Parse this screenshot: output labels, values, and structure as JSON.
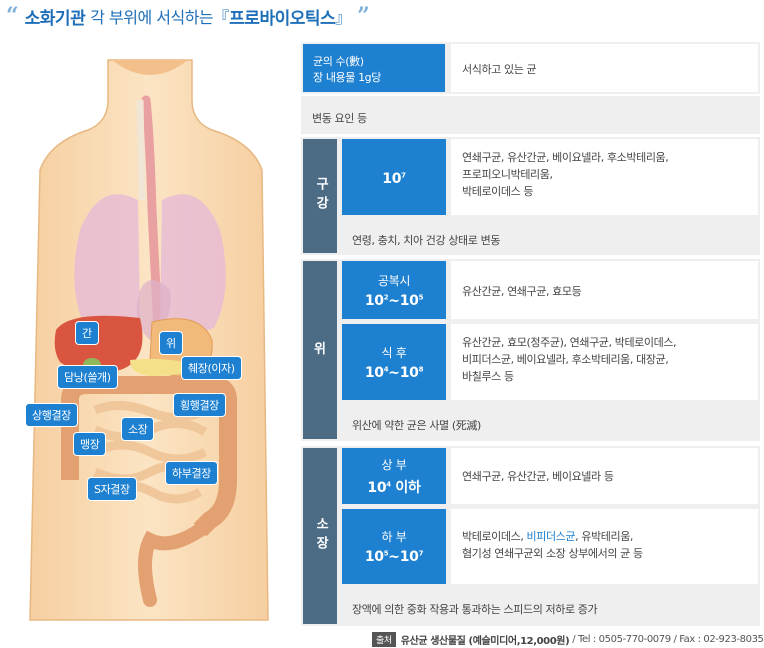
{
  "title": {
    "strong": "소화기관",
    "normal": "각 부위에 서식하는",
    "bracket_open": "『",
    "highlight": "프로바이오틱스",
    "bracket_close": "』"
  },
  "organs": {
    "liver": "간",
    "stomach": "위",
    "pancreas": "췌장(이자)",
    "gallbladder": "담낭(쓸개)",
    "ascending_colon": "상행결장",
    "transverse_colon": "횡행결장",
    "small_intestine": "소장",
    "cecum": "맹장",
    "descending_colon": "하부결장",
    "sigmoid_colon": "S자결장"
  },
  "header": {
    "count_line1": "균의 수(數)",
    "count_line2": "장 내용물 1g당",
    "bacteria": "서식하고 있는 균",
    "factors": "변동 요인 등"
  },
  "mouth": {
    "side": "구강",
    "count_base": "10",
    "count_exp": "7",
    "bacteria_lines": [
      "연쇄구균, 유산간균, 베이요넬라, 후소박테리움,",
      "프로피오니박테리움,",
      "박테로이데스 등"
    ],
    "note": "연령, 충치, 치아 건강 상태로 변동"
  },
  "stomach": {
    "side": "위",
    "fasting_label": "공복시",
    "fasting_base1": "10",
    "fasting_exp1": "2",
    "fasting_sep": "~",
    "fasting_base2": "10",
    "fasting_exp2": "5",
    "fasting_bacteria": "유산간균, 연쇄구균, 효모등",
    "after_label": "식 후",
    "after_base1": "10",
    "after_exp1": "4",
    "after_sep": "~",
    "after_base2": "10",
    "after_exp2": "8",
    "after_bacteria_lines": [
      "유산간균, 효모(정주균), 연쇄구균, 박테로이데스,",
      "비피더스균, 베이요넬라, 후소박테리움, 대장균,",
      "바칠루스 등"
    ],
    "note": "위산에 약한 균은 사멸 (死滅)"
  },
  "small_intestine": {
    "side": "소장",
    "upper_label": "상 부",
    "upper_base": "10",
    "upper_exp": "4",
    "upper_suffix": " 이하",
    "upper_bacteria": "연쇄구균, 유산간균, 베이요넬라 등",
    "lower_label": "하 부",
    "lower_base1": "10",
    "lower_exp1": "5",
    "lower_sep": "~",
    "lower_base2": "10",
    "lower_exp2": "7",
    "lower_bacteria_pre": "박테로이데스, ",
    "lower_bacteria_hl": "비피더스균",
    "lower_bacteria_post": ", 유박테리움,",
    "lower_bacteria_line2": "혐기성 연쇄구균외 소장 상부에서의 균 등",
    "note": "장액에 의한 중화 작용과 통과하는 스피드의 저하로 증가"
  },
  "footer": {
    "badge": "출처",
    "source": "유산균 생산물질 (예슬미디어,12,000원)",
    "contact": "/ Tel : 0505-770-0079 / Fax : 02-923-8035"
  },
  "colors": {
    "accent_blue": "#1e80d0",
    "title_blue": "#1e6fb9",
    "side_slate": "#4c6c86",
    "panel_gray": "#efefef"
  }
}
